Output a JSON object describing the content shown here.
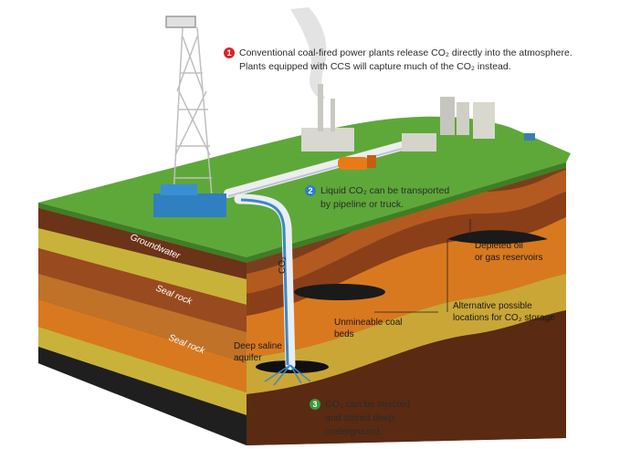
{
  "steps": [
    {
      "num": "1",
      "lines": [
        "Conventional coal-fired power plants release CO₂ directly into the atmosphere.",
        "Plants equipped with CCS will capture much of the CO₂ instead."
      ],
      "color": "#d8232a"
    },
    {
      "num": "2",
      "lines": [
        "Liquid CO₂ can be transported",
        "by pipeline or truck."
      ],
      "color": "#2f7fc1"
    },
    {
      "num": "3",
      "lines": [
        "CO₂ can be injected",
        "and stored deep",
        "underground."
      ],
      "color": "#3a9a3a"
    }
  ],
  "labels": {
    "groundwater": "Groundwater",
    "seal_rock_1": "Seal rock",
    "seal_rock_2": "Seal rock",
    "pipe_co2": "CO₂",
    "deep_saline": [
      "Deep saline",
      "aquifer"
    ],
    "unmineable": [
      "Unmineable coal",
      "beds"
    ],
    "depleted": [
      "Depleted oil",
      "or gas reservoirs"
    ],
    "alternative": [
      "Alternative possible",
      "locations for CO₂ storage"
    ]
  },
  "colors": {
    "grass": "#5ea83a",
    "soil_brown": "#7a3e1c",
    "orange": "#d9791f",
    "yellow": "#c9b23a",
    "dark": "#2a2a2a"
  }
}
